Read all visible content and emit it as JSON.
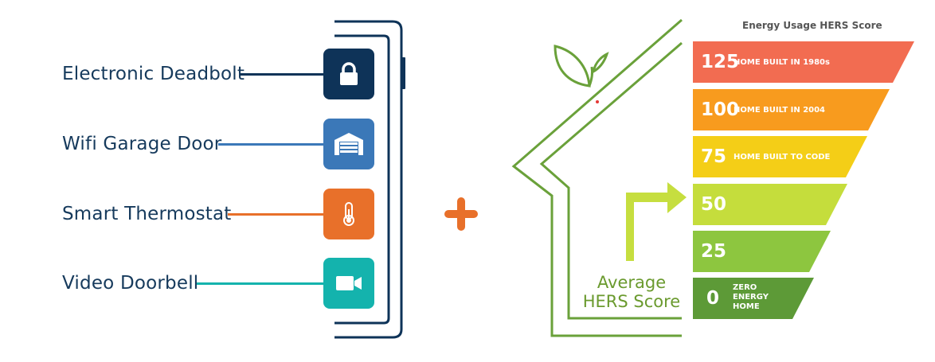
{
  "features": [
    {
      "label": "Electronic Deadbolt",
      "icon": "lock-icon",
      "color": "#0e3358"
    },
    {
      "label": "Wifi Garage Door",
      "icon": "garage-door-icon",
      "color": "#3b78b8"
    },
    {
      "label": "Smart Thermostat",
      "icon": "thermometer-icon",
      "color": "#e8702a"
    },
    {
      "label": "Video Doorbell",
      "icon": "video-camera-icon",
      "color": "#14b3ad"
    }
  ],
  "plus_color": "#e8702a",
  "hers": {
    "title": "Energy Usage HERS Score",
    "average_label": [
      "Average",
      "HERS Score"
    ],
    "house_color": "#6aa13a",
    "arrow_color": "#c6de3f",
    "bands": [
      {
        "score": "125",
        "caption": "HOME BUILT IN 1980s",
        "color": "#f26c51"
      },
      {
        "score": "100",
        "caption": "HOME BUILT IN 2004",
        "color": "#f89b1e"
      },
      {
        "score": "75",
        "caption": "HOME BUILT TO CODE",
        "color": "#f4ce17"
      },
      {
        "score": "50",
        "caption": "",
        "color": "#c5dd3c"
      },
      {
        "score": "25",
        "caption": "",
        "color": "#8dc63f"
      },
      {
        "score": "0",
        "caption": "",
        "caption_lines": [
          "ZERO",
          "ENERGY",
          "HOME"
        ],
        "color": "#5d9a37"
      }
    ]
  }
}
